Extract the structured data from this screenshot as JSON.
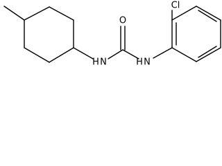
{
  "molecule": {
    "atoms": {
      "chlorine": "Cl",
      "oxygen": "O",
      "nitrogen_left": "N",
      "hydrogen_left": "H",
      "hydrogen_right": "H",
      "nitrogen_right": "N"
    },
    "colors": {
      "bond": "#000000",
      "label": "#000000",
      "background": "#ffffff"
    }
  }
}
